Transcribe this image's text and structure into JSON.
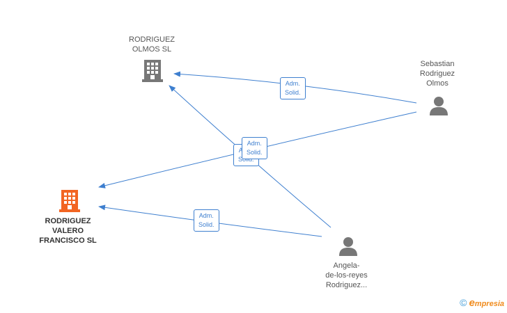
{
  "nodes": {
    "rodriguez_olmos": {
      "label": "RODRIGUEZ\nOLMOS SL"
    },
    "rodriguez_valero": {
      "label": "RODRIGUEZ\nVALERO\nFRANCISCO SL"
    },
    "sebastian": {
      "label": "Sebastian\nRodriguez\nOlmos"
    },
    "angela": {
      "label": "Angela-\nde-los-reyes\nRodriguez..."
    }
  },
  "edges": {
    "sebastian_to_olmos": {
      "label": "Adm.\nSolid."
    },
    "sebastian_to_valero": {
      "label": "Adm.\nSolid."
    },
    "angela_to_olmos": {
      "label": "Adm.\nSolid."
    },
    "angela_to_valero": {
      "label": "Adm.\nSolid."
    }
  },
  "footer": {
    "copyright": "©",
    "brand_e": "e",
    "brand_rest": "mpresia"
  },
  "colors": {
    "edge": "#3e7fcf",
    "company": "#777777",
    "company_main": "#f26522",
    "person": "#777777"
  }
}
